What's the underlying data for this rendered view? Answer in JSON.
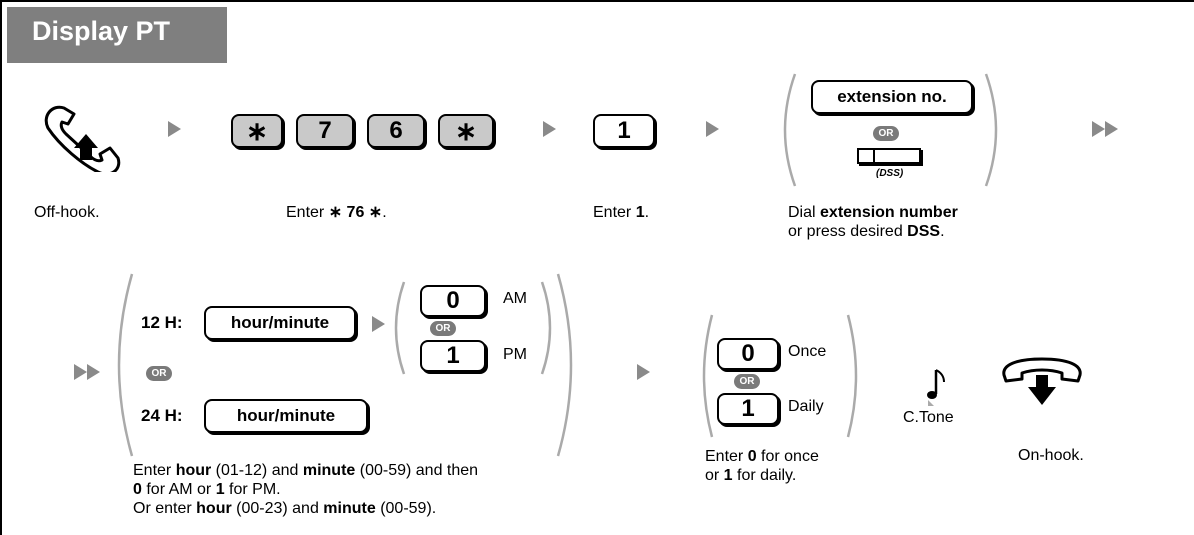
{
  "title": "Display PT",
  "step1": {
    "caption": "Off-hook."
  },
  "step2": {
    "keys": [
      "∗",
      "7",
      "6",
      "∗"
    ],
    "caption_pre": "Enter ",
    "caption_bold": "∗ 76 ∗",
    "caption_post": "."
  },
  "step3": {
    "key": "1",
    "caption_pre": "Enter ",
    "caption_bold": "1",
    "caption_post": "."
  },
  "step4": {
    "key": "extension no.",
    "or": "OR",
    "dss_label": "(DSS)",
    "caption_line1_pre": "Dial ",
    "caption_line1_bold": "extension number",
    "caption_line2_pre": "or press desired ",
    "caption_line2_bold": "DSS",
    "caption_line2_post": "."
  },
  "step5": {
    "label_12h": "12 H:",
    "label_24h": "24 H:",
    "hour_minute_key": "hour/minute",
    "or": "OR",
    "key_0": "0",
    "key_1": "1",
    "am": "AM",
    "pm": "PM",
    "cap_l1_a": "Enter ",
    "cap_l1_b": "hour",
    "cap_l1_c": " (01-12) and ",
    "cap_l1_d": "minute",
    "cap_l1_e": " (00-59) and then",
    "cap_l2_a": "0",
    "cap_l2_b": " for AM or ",
    "cap_l2_c": "1",
    "cap_l2_d": " for PM.",
    "cap_l3_a": "Or enter ",
    "cap_l3_b": "hour",
    "cap_l3_c": " (00-23) and ",
    "cap_l3_d": "minute",
    "cap_l3_e": " (00-59)."
  },
  "step6": {
    "key_0": "0",
    "key_1": "1",
    "once": "Once",
    "daily": "Daily",
    "or": "OR",
    "cap_l1_a": "Enter ",
    "cap_l1_b": "0",
    "cap_l1_c": " for once",
    "cap_l2_a": "or ",
    "cap_l2_b": "1",
    "cap_l2_c": " for daily."
  },
  "step7": {
    "label": "C.Tone"
  },
  "step8": {
    "caption": "On-hook."
  }
}
